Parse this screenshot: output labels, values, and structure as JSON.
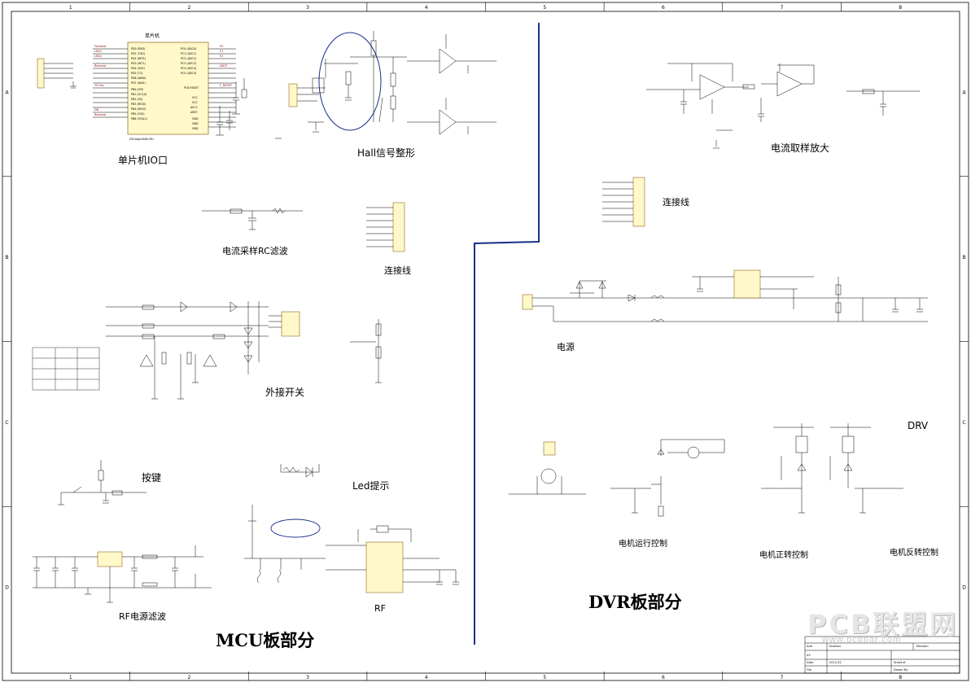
{
  "sections": {
    "mcu_io": "单片机IO口",
    "hall": "Hall信号整形",
    "current_amp": "电流取样放大",
    "rc_filter": "电流采样RC滤波",
    "connector_left": "连接线",
    "connector_right": "连接线",
    "external_switch": "外接开关",
    "power": "电源",
    "button": "按键",
    "led": "Led提示",
    "rf_filter": "RF电源滤波",
    "rf": "RF",
    "motor_run": "电机运行控制",
    "motor_forward": "电机正转控制",
    "motor_reverse": "电机反转控制",
    "drv": "DRV"
  },
  "board_labels": {
    "mcu": "MCU板部分",
    "dvr": "DVR板部分"
  },
  "chip_labels": {
    "mcu_title": "单片机",
    "mcu_part": "ATmega168V-MU"
  },
  "watermark": {
    "brand": "PCB联盟网",
    "url": "www.pcbbar.com"
  },
  "border_columns": [
    "1",
    "2",
    "3",
    "4",
    "5",
    "6",
    "7",
    "8"
  ],
  "border_rows": [
    "A",
    "B",
    "C",
    "D"
  ]
}
